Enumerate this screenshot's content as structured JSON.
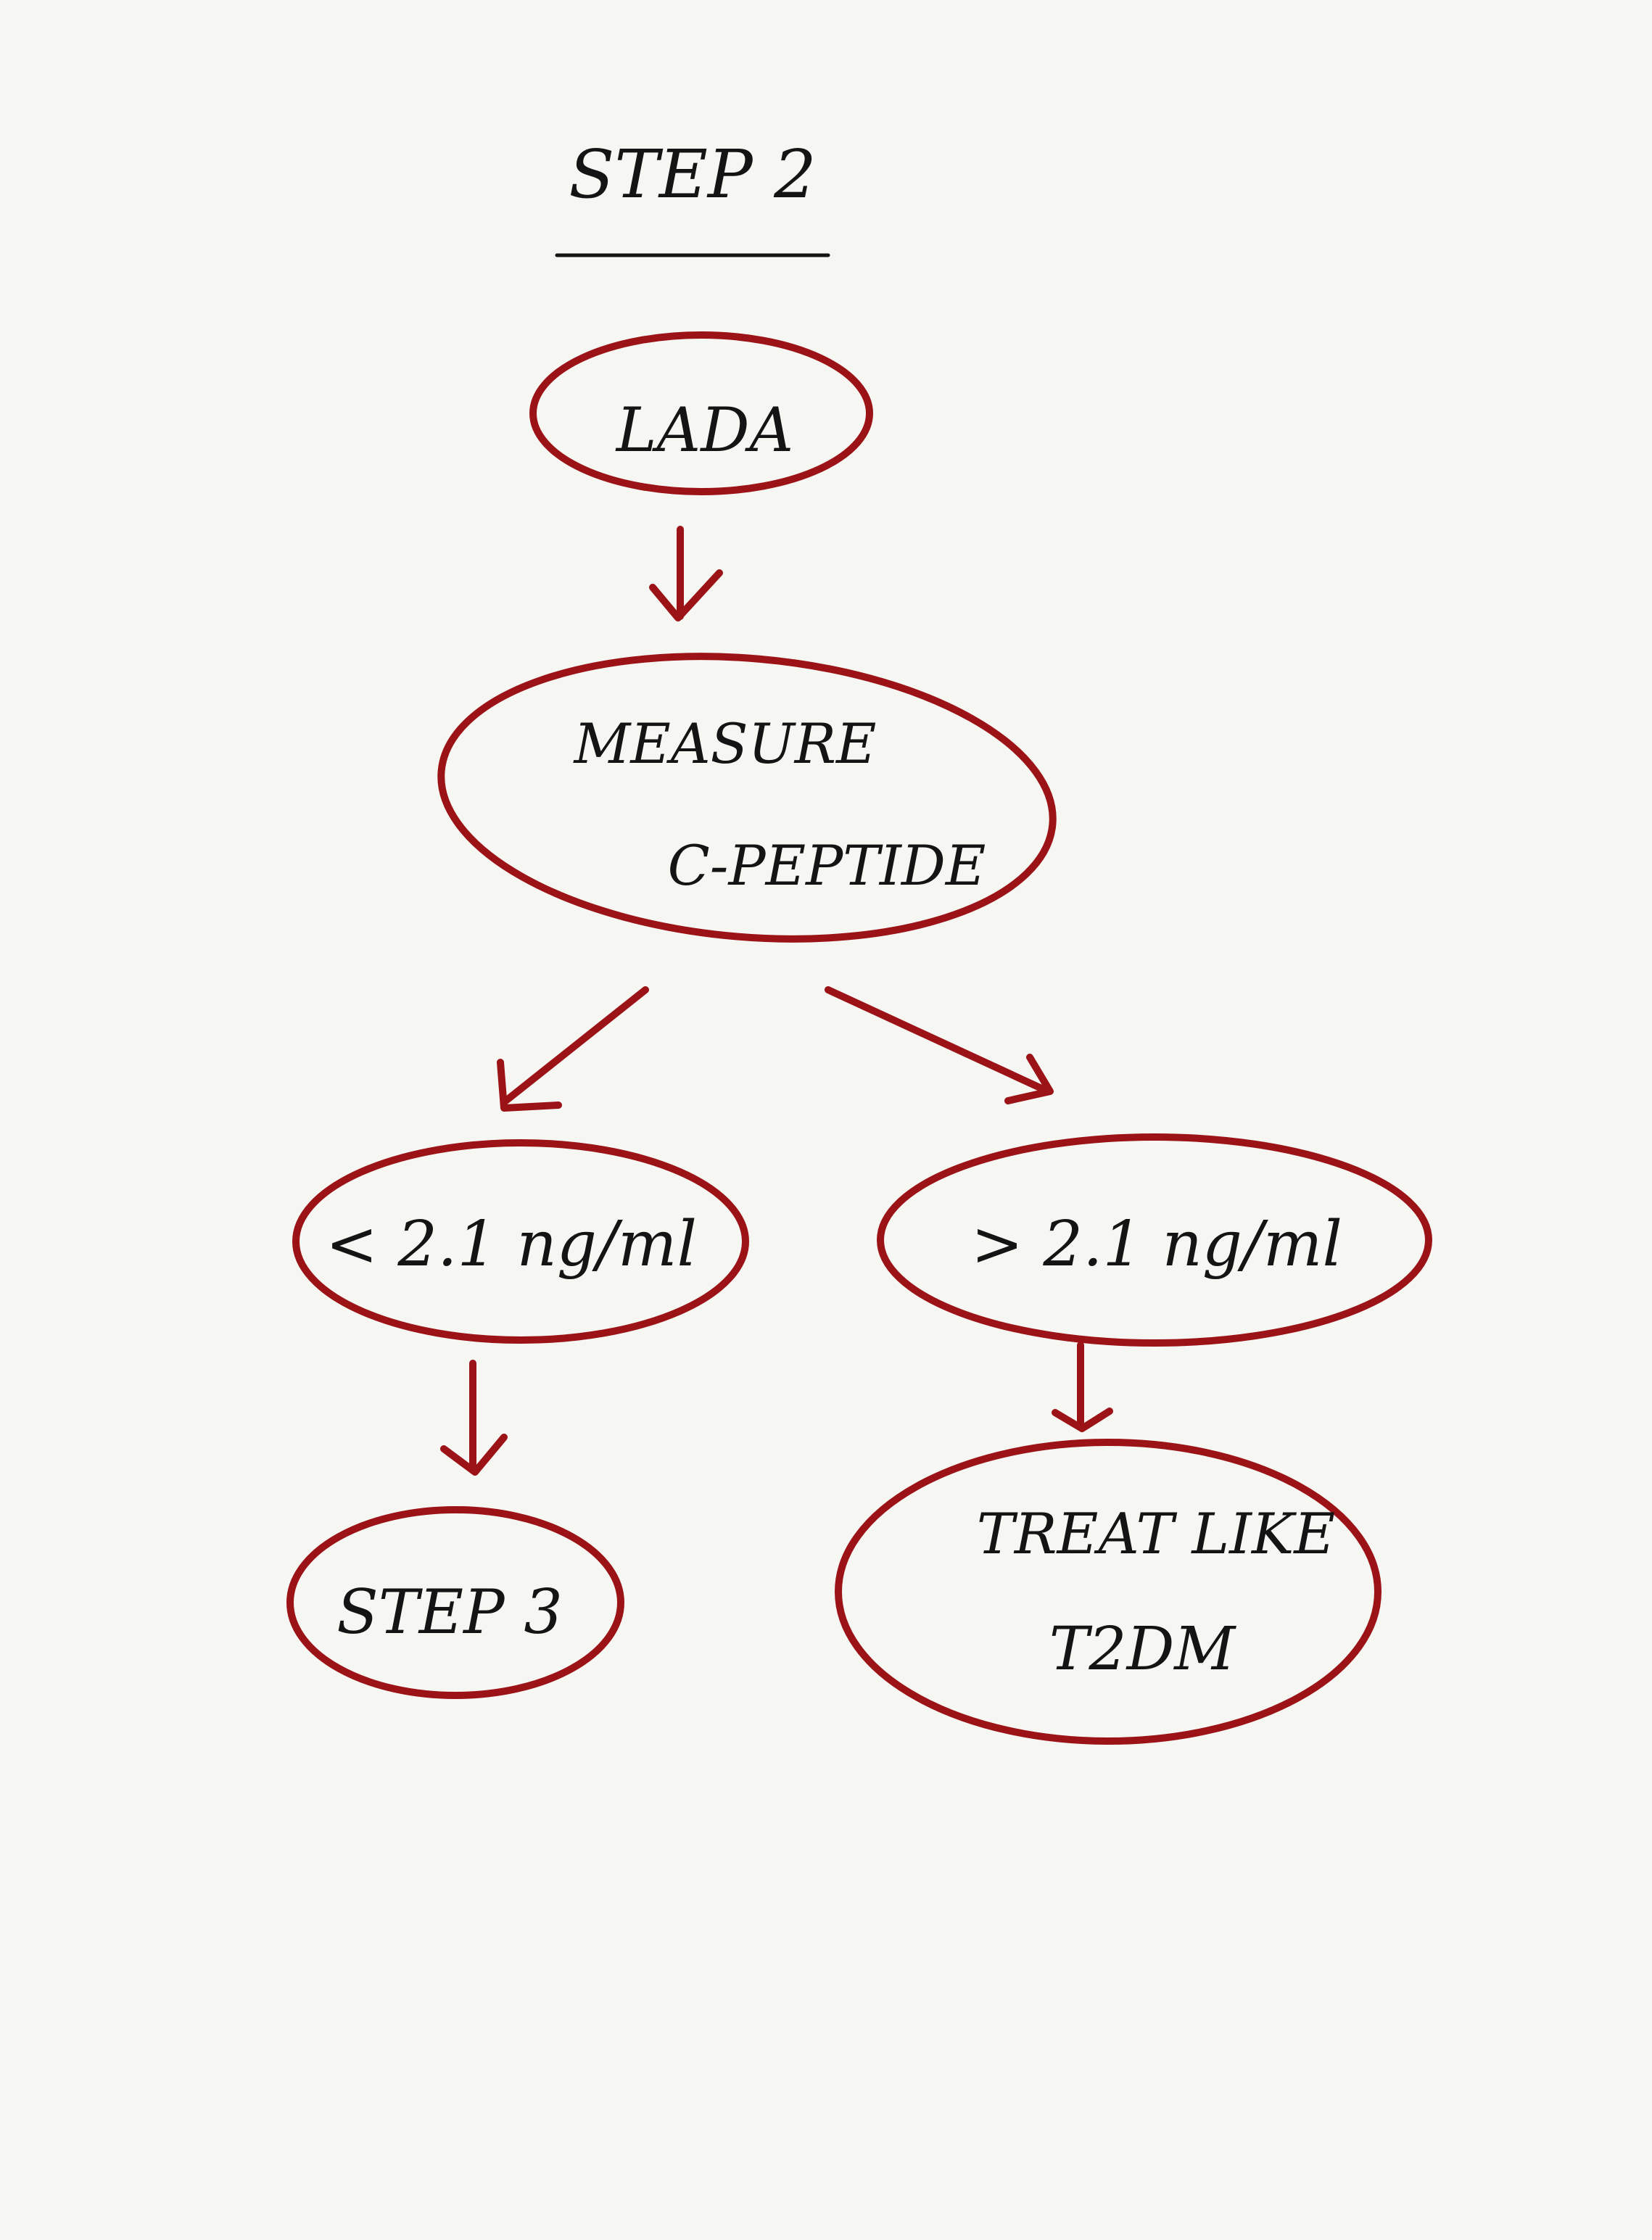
{
  "title": "STEP 2",
  "colors": {
    "paper": "#f6f6f2",
    "ink": "#141414",
    "outline": "#9c1317"
  },
  "nodes": {
    "lada": {
      "lines": [
        "LADA"
      ]
    },
    "measure": {
      "lines": [
        "MEASURE",
        "C-PEPTIDE"
      ]
    },
    "low": {
      "lines": [
        "< 2.1 ng/ml"
      ]
    },
    "high": {
      "lines": [
        "> 2.1 ng/ml"
      ]
    },
    "step3": {
      "lines": [
        "STEP 3"
      ]
    },
    "treat": {
      "lines": [
        "TREAT LIKE",
        "T2DM"
      ]
    }
  }
}
